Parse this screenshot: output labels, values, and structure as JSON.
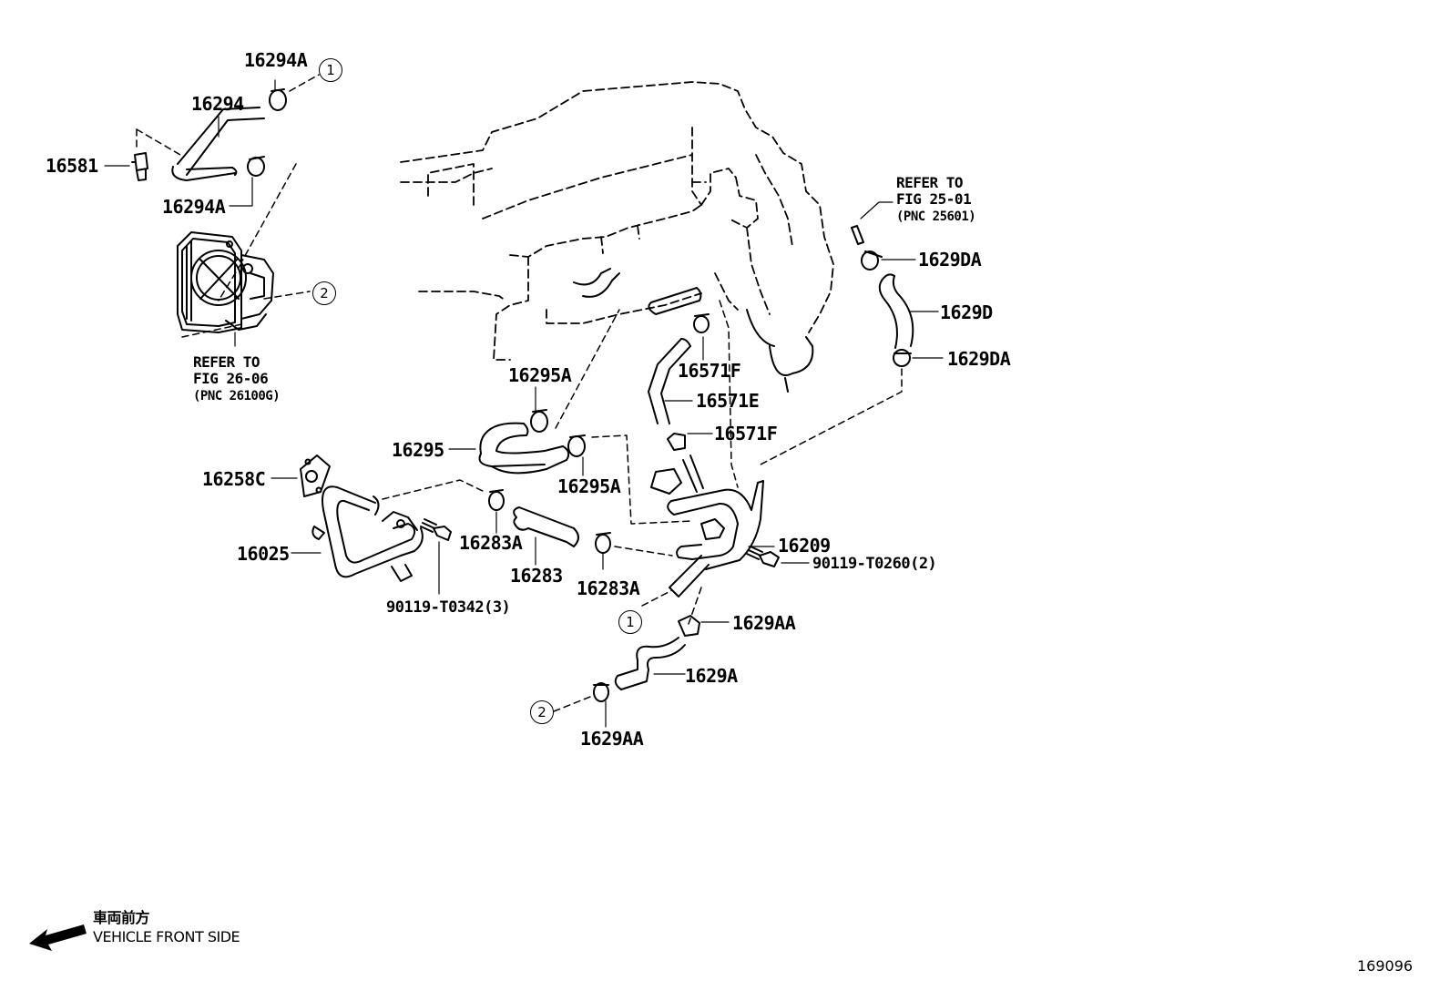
{
  "labels": {
    "p16294A_top": "16294A",
    "p16294": "16294",
    "p16581": "16581",
    "p16294A_bottom": "16294A",
    "p16295A_top": "16295A",
    "p16295": "16295",
    "p16295A_bottom": "16295A",
    "p16258C": "16258C",
    "p16025": "16025",
    "p16283A_left": "16283A",
    "p16283": "16283",
    "p16283A_right": "16283A",
    "p90119_T0342": "90119-T0342(3)",
    "p16571F_top": "16571F",
    "p16571E": "16571E",
    "p16571F_bottom": "16571F",
    "p16209": "16209",
    "p90119_T0260": "90119-T0260(2)",
    "p1629AA_top": "1629AA",
    "p1629A": "1629A",
    "p1629AA_bottom": "1629AA",
    "p1629DA_top": "1629DA",
    "p1629D": "1629D",
    "p1629DA_bottom": "1629DA"
  },
  "refs": {
    "ref_throttle": {
      "line1": "REFER TO",
      "line2": "FIG 26-06",
      "line3": "(PNC 26100G)"
    },
    "ref_top_right": {
      "line1": "REFER TO",
      "line2": "FIG 25-01",
      "line3": "(PNC 25601)"
    }
  },
  "callouts": {
    "c1_top": "1",
    "c2_throttle": "2",
    "c1_bottom": "1",
    "c2_bottom": "2"
  },
  "orientation": {
    "japanese": "車両前方",
    "english": "VEHICLE FRONT SIDE"
  },
  "figure_id": "169096"
}
